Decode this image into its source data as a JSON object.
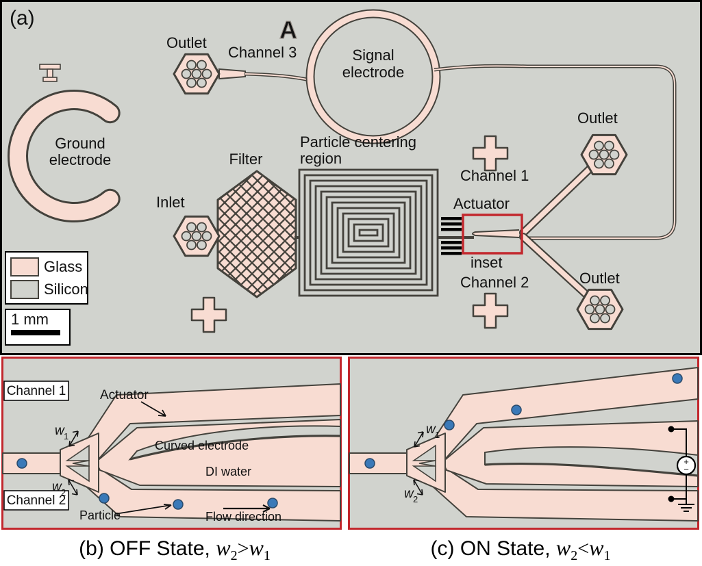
{
  "colors": {
    "glass": "#f8dcd2",
    "silicon": "#d1d3ce",
    "outline": "#44423c",
    "inset_red": "#c2272d",
    "particle_blue": "#3a79b8",
    "black": "#000000",
    "white": "#ffffff"
  },
  "panel_a": {
    "tag": "(a)",
    "marker_a": "A",
    "outlet_top_left": "Outlet",
    "channel_3": "Channel 3",
    "signal_electrode_line1": "Signal",
    "signal_electrode_line2": "electrode",
    "ground_electrode_line1": "Ground",
    "ground_electrode_line2": "electrode",
    "filter": "Filter",
    "centering_line1": "Particle centering",
    "centering_line2": "region",
    "inlet": "Inlet",
    "channel_1": "Channel 1",
    "actuator": "Actuator",
    "inset": "inset",
    "channel_2": "Channel 2",
    "outlet_right_top": "Outlet",
    "outlet_right_bottom": "Outlet",
    "legend": {
      "glass": "Glass",
      "silicon": "Silicon"
    },
    "scale_bar": "1 mm"
  },
  "panel_b": {
    "channel_1": "Channel 1",
    "actuator": "Actuator",
    "curved_electrode": "Curved electrode",
    "di_water": "DI water",
    "channel_2": "Channel 2",
    "particle": "Particle",
    "flow_direction": "Flow direction",
    "w": "w",
    "sub1": "1",
    "sub2": "2"
  },
  "panel_c": {
    "w": "w",
    "sub1": "1",
    "sub2": "2",
    "plus": "+",
    "minus": "−"
  },
  "captions": {
    "b": [
      "(b) OFF State, ",
      "w",
      "2",
      ">",
      "w",
      "1"
    ],
    "c": [
      "(c) ON State, ",
      "w",
      "2",
      "<",
      "w",
      "1"
    ]
  }
}
